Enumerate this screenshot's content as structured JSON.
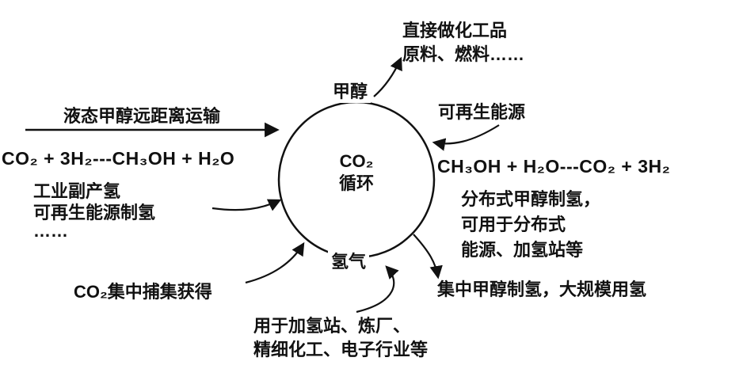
{
  "diagram": {
    "circle": {
      "line1": "CO₂",
      "line2": "循环"
    },
    "nodes": {
      "methanol": "甲醇",
      "hydrogen": "氢气"
    },
    "labels": {
      "products_line1": "直接做化工品",
      "products_line2": "原料、燃料……",
      "renewable_energy": "可再生能源",
      "transport": "液态甲醇远距离运输",
      "synthesis_reaction": "CO₂ + 3H₂---CH₃OH + H₂O",
      "reforming_reaction": "CH₃OH + H₂O---CO₂ + 3H₂",
      "industrial_byproduct": "工业副产氢",
      "renewable_h2": "可再生能源制氢",
      "ellipsis": "……",
      "distributed_line1": "分布式甲醇制氢，",
      "distributed_line2": "可用于分布式",
      "distributed_line3": "能源、加氢站等",
      "co2_capture": "CO₂集中捕集获得",
      "centralized": "集中甲醇制氢，大规模用氢",
      "uses_line1": "用于加氢站、炼厂、",
      "uses_line2": "精细化工、电子行业等"
    },
    "colors": {
      "ink": "#111111",
      "background": "#ffffff"
    }
  }
}
